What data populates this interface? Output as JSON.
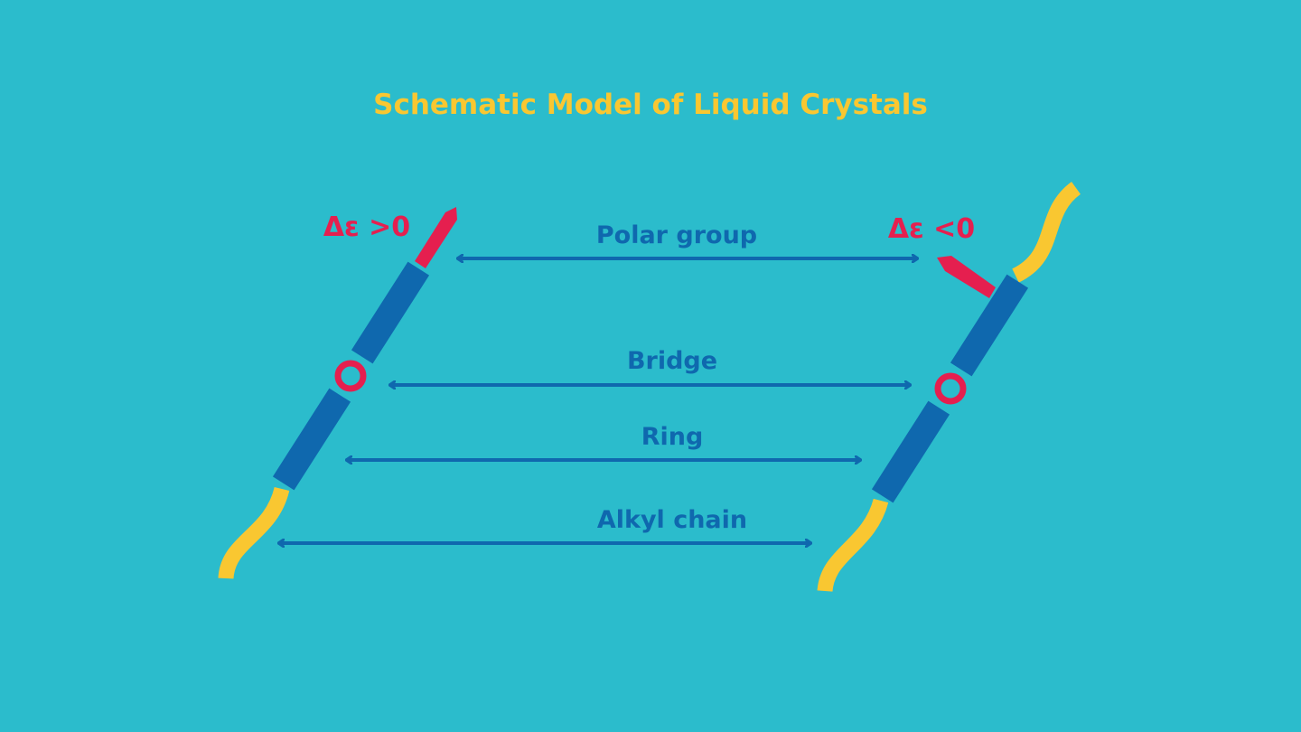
{
  "title": "Schematic Model of Liquid Crystals",
  "labels": {
    "polar_group": "Polar group",
    "bridge": "Bridge",
    "ring": "Ring",
    "alkyl_chain": "Alkyl chain",
    "positive_anisotropy": "Δε >0",
    "negative_anisotropy": "Δε <0"
  },
  "colors": {
    "background": "#2bbccc",
    "title": "#f9c731",
    "ring": "#0f68ae",
    "polar_group": "#e51f4f",
    "bridge": "#e51f4f",
    "alkyl_chain": "#f9c731",
    "arrow": "#0f68ae"
  }
}
